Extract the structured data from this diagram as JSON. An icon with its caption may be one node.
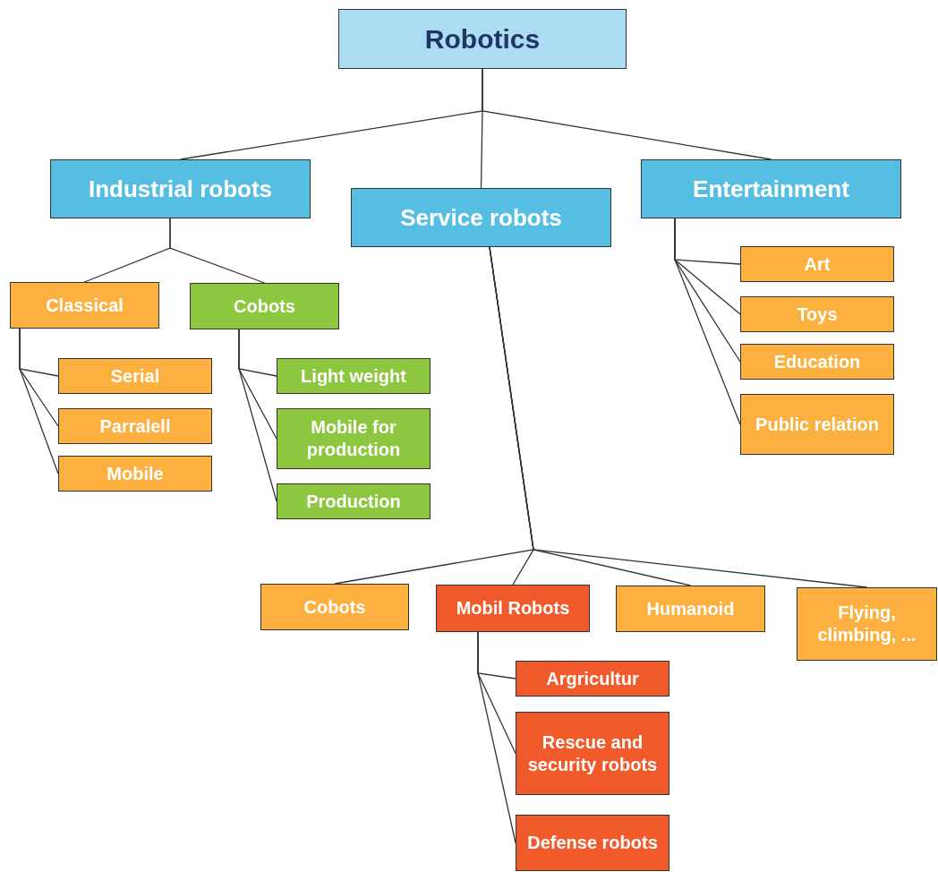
{
  "diagram": {
    "nodes": [
      {
        "text": [
          "Robotics"
        ]
      },
      {
        "text": [
          "Industrial robots"
        ]
      },
      {
        "text": [
          "Service robots"
        ]
      },
      {
        "text": [
          "Entertainment"
        ]
      },
      {
        "text": [
          "Classical"
        ]
      },
      {
        "text": [
          "Cobots"
        ]
      },
      {
        "text": [
          "Serial"
        ]
      },
      {
        "text": [
          "Parralell"
        ]
      },
      {
        "text": [
          "Mobile"
        ]
      },
      {
        "text": [
          "Light weight"
        ]
      },
      {
        "text": [
          "Mobile for production"
        ]
      },
      {
        "text": [
          "Production"
        ]
      },
      {
        "text": [
          "Art"
        ]
      },
      {
        "text": [
          "Toys"
        ]
      },
      {
        "text": [
          "Education"
        ]
      },
      {
        "text": [
          "Public relation"
        ]
      },
      {
        "text": [
          "Cobots"
        ]
      },
      {
        "text": [
          "Mobil Robots"
        ]
      },
      {
        "text": [
          "Humanoid"
        ]
      },
      {
        "text": [
          "Flying, climbing, ..."
        ]
      },
      {
        "text": [
          "Argricultur"
        ]
      },
      {
        "text": [
          "Rescue and security robots"
        ]
      },
      {
        "text": [
          "Defense robots"
        ]
      }
    ],
    "edges": [
      {
        "from": 0,
        "to": 1,
        "arrow": "none"
      },
      {
        "from": 0,
        "to": 2,
        "arrow": "none"
      },
      {
        "from": 0,
        "to": 3,
        "arrow": "none"
      },
      {
        "from": 1,
        "to": 4,
        "arrow": "none"
      },
      {
        "from": 1,
        "to": 5,
        "arrow": "none"
      },
      {
        "from": 4,
        "to": 6,
        "arrow": "none"
      },
      {
        "from": 4,
        "to": 7,
        "arrow": "none"
      },
      {
        "from": 4,
        "to": 8,
        "arrow": "none"
      },
      {
        "from": 5,
        "to": 9,
        "arrow": "none"
      },
      {
        "from": 5,
        "to": 10,
        "arrow": "none"
      },
      {
        "from": 5,
        "to": 11,
        "arrow": "none"
      },
      {
        "from": 3,
        "to": 12,
        "arrow": "none"
      },
      {
        "from": 3,
        "to": 13,
        "arrow": "none"
      },
      {
        "from": 3,
        "to": 14,
        "arrow": "none"
      },
      {
        "from": 3,
        "to": 15,
        "arrow": "none"
      },
      {
        "from": 2,
        "to": 16,
        "arrow": "none"
      },
      {
        "from": 2,
        "to": 17,
        "arrow": "none"
      },
      {
        "from": 2,
        "to": 18,
        "arrow": "none"
      },
      {
        "from": 2,
        "to": 19,
        "arrow": "none"
      },
      {
        "from": 17,
        "to": 20,
        "arrow": "none"
      },
      {
        "from": 17,
        "to": 21,
        "arrow": "none"
      },
      {
        "from": 17,
        "to": 22,
        "arrow": "none"
      }
    ]
  }
}
